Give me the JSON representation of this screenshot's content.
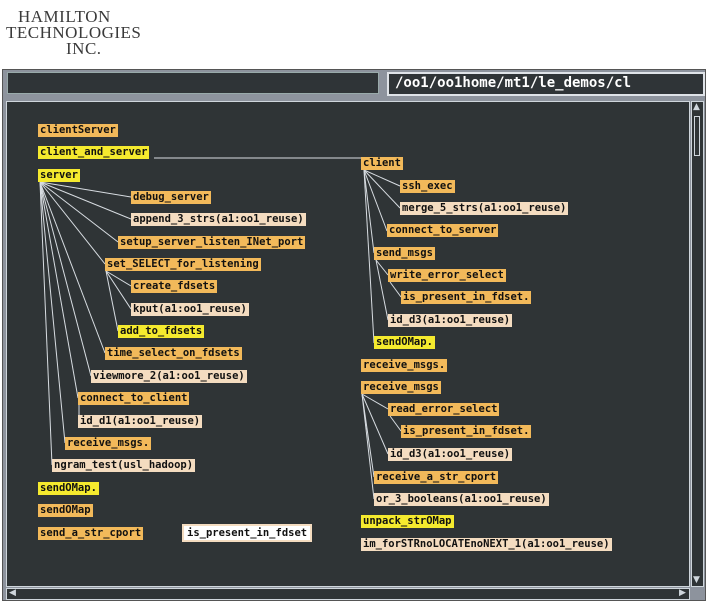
{
  "logo": {
    "line1": "HAMILTON",
    "line2": "TECHNOLOGIES",
    "line3": "INC."
  },
  "window": {
    "path": "/oo1/oo1home/mt1/le_demos/cl"
  },
  "colors": {
    "canvas": "#2f3436",
    "node_orange": "#f2b95a",
    "node_yellow": "#f5ea2e",
    "node_peach": "#f4dcc0",
    "edge": "#d8dde2"
  },
  "icons": {
    "scroll_up": "arrow-up-icon",
    "scroll_down": "arrow-down-icon",
    "scroll_left": "arrow-left-icon",
    "scroll_right": "arrow-right-icon"
  },
  "nodes": {
    "clientServer": "clientServer",
    "client_and_server": "client_and_server",
    "server": "server",
    "debug_server": "debug_server",
    "append_3_strs": "append_3_strs(a1:oo1_reuse)",
    "setup_server": "setup_server_listen_INet_port",
    "set_select": "set_SELECT_for_listening",
    "create_fdsets": "create_fdsets",
    "kput": "kput(a1:oo1_reuse)",
    "add_to_fdsets": "add_to_fdsets",
    "time_select": "time_select_on_fdsets",
    "viewmore": "viewmore_2(a1:oo1_reuse)",
    "connect_to_client": "connect_to_client",
    "id_d1": "id_d1(a1:oo1_reuse)",
    "receive_msgs_left": "receive_msgs.",
    "ngram_test": "ngram_test(usl_hadoop)",
    "sendOMap_dot_left": "sendOMap.",
    "sendOMap_left": "sendOMap",
    "send_a_str_cport": "send_a_str_cport",
    "is_present_selected": "is_present_in_fdset",
    "client": "client",
    "ssh_exec": "ssh_exec",
    "merge_5_strs": "merge_5_strs(a1:oo1_reuse)",
    "connect_to_server": "connect_to_server",
    "send_msgs": "send_msgs",
    "write_error_select": "write_error_select",
    "is_present_1": "is_present_in_fdset.",
    "id_d3_1": "id_d3(a1:oo1_reuse)",
    "sendOMap_dot_right": "sendOMap.",
    "receive_msgs_dot": "receive_msgs.",
    "receive_msgs": "receive_msgs",
    "read_error_select": "read_error_select",
    "is_present_2": "is_present_in_fdset.",
    "id_d3_2": "id_d3(a1:oo1_reuse)",
    "receive_a_str_cport": "receive_a_str_cport",
    "or_3_booleans": "or_3_booleans(a1:oo1_reuse)",
    "unpack_strOMap": "unpack_strOMap",
    "im_for": "im_forSTRnoLOCATEnoNEXT_1(a1:oo1_reuse)"
  }
}
